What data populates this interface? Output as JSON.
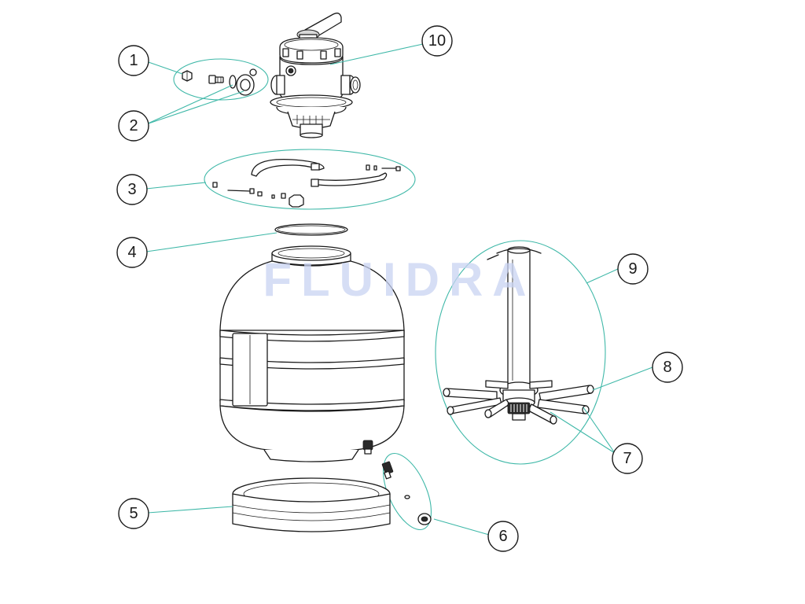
{
  "watermark": "FLUIDRA",
  "colors": {
    "leader": "#3fb8a8",
    "outline": "#1a1a1a",
    "watermark": "#c9d3f2"
  },
  "callouts": [
    {
      "id": "c1",
      "label": "1"
    },
    {
      "id": "c2",
      "label": "2"
    },
    {
      "id": "c3",
      "label": "3"
    },
    {
      "id": "c4",
      "label": "4"
    },
    {
      "id": "c5",
      "label": "5"
    },
    {
      "id": "c6",
      "label": "6"
    },
    {
      "id": "c7",
      "label": "7"
    },
    {
      "id": "c8",
      "label": "8"
    },
    {
      "id": "c9",
      "label": "9"
    },
    {
      "id": "c10",
      "label": "10"
    }
  ]
}
